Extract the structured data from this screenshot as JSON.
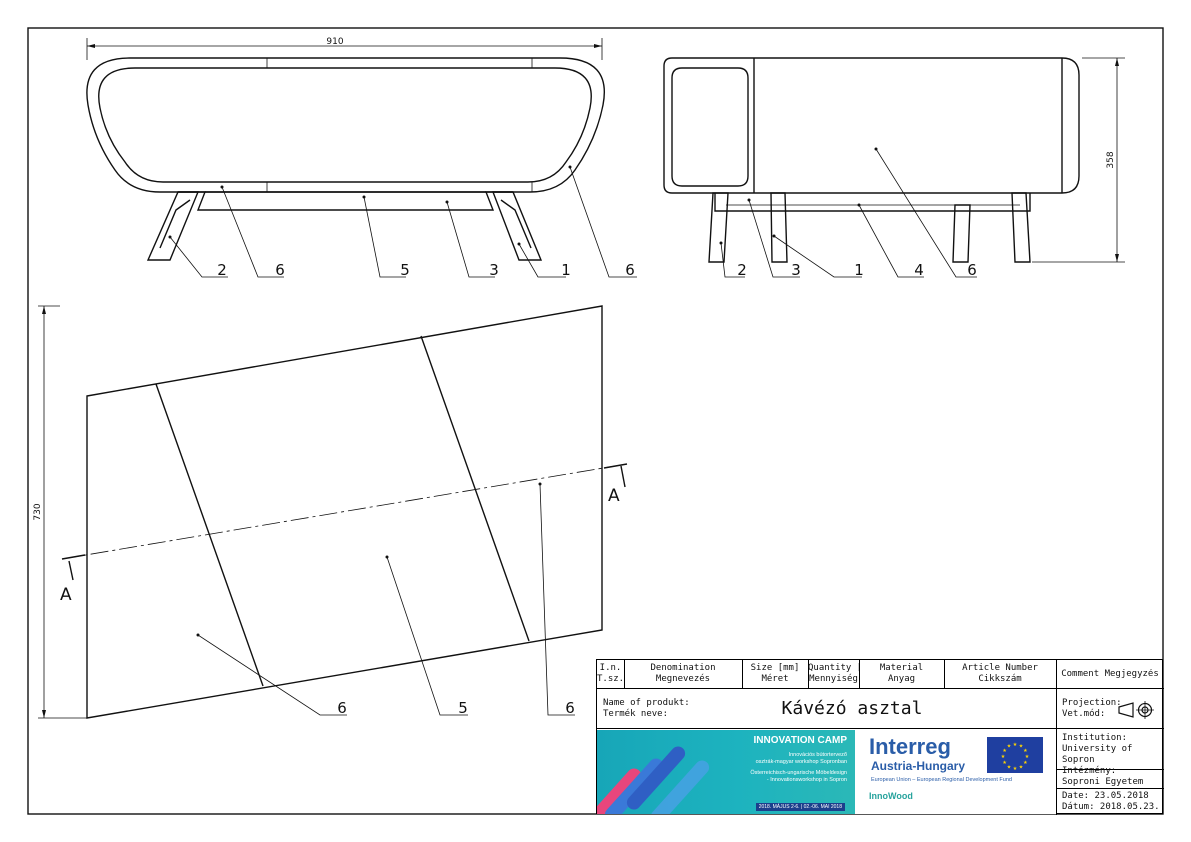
{
  "dimensions": {
    "width_front": "910",
    "height_side": "358",
    "length_top": "730"
  },
  "section_label": "A",
  "front_view_balloons": [
    "2",
    "6",
    "5",
    "3",
    "1",
    "6"
  ],
  "side_view_balloons": [
    "2",
    "3",
    "1",
    "4",
    "6"
  ],
  "top_view_balloons": [
    "6",
    "5",
    "6"
  ],
  "title_block": {
    "headers": {
      "ln": [
        "I.n.",
        "T.sz."
      ],
      "denomination": [
        "Denomination",
        "Megnevezés"
      ],
      "size": [
        "Size [mm]",
        "Méret"
      ],
      "quantity": [
        "Quantity [p]",
        "Mennyiség"
      ],
      "material": [
        "Material",
        "Anyag"
      ],
      "article": [
        "Article Number",
        "Cikkszám"
      ],
      "comment": "Comment  Megjegyzés"
    },
    "name_label": [
      "Name of produkt:",
      "Termék neve:"
    ],
    "product_name": "Kávézó asztal",
    "projection": [
      "Projection:",
      "Vet.mód:"
    ],
    "institution": [
      "Institution:",
      "University of Sopron",
      "Intézmény:",
      "Soproni Egyetem"
    ],
    "date": [
      "Date: 23.05.2018",
      "Dátum: 2018.05.23."
    ]
  },
  "logos": {
    "camp_title": "INNOVATION CAMP",
    "camp_lines": [
      "Innovációs bútortervező",
      "osztrák-magyar workshop Sopronban",
      "",
      "Österreichisch-ungarische Möbeldesign",
      "- Innovationsworkshop in Sopron"
    ],
    "camp_date": "2018. MÁJUS 2-6. | 02.-06. MAI 2018",
    "interreg": "Interreg",
    "interreg_region": "Austria-Hungary",
    "interreg_fund": "European Union – European Regional Development Fund",
    "innowood": "InnoWood",
    "colors": {
      "teal": "#1db3bf",
      "brand_blue": "#2a5da8",
      "eu_blue": "#1f3fa0",
      "eu_star": "#ffd500",
      "pink": "#e8467c",
      "navy": "#1c3f8c"
    }
  }
}
